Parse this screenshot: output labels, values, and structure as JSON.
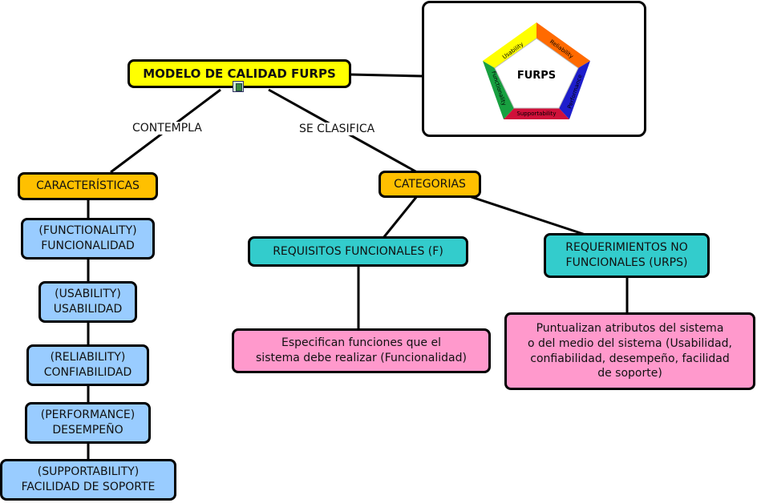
{
  "root": {
    "title": "MODELO DE CALIDAD FURPS"
  },
  "links": {
    "left": "CONTEMPLA",
    "right": "SE CLASIFICA"
  },
  "characteristics": {
    "title": "CARACTERÍSTICAS",
    "items": [
      "(FUNCTIONALITY)\nFUNCIONALIDAD",
      "(USABILITY)\nUSABILIDAD",
      "(RELIABILITY)\nCONFIABILIDAD",
      "(PERFORMANCE)\nDESEMPEÑO",
      "(SUPPORTABILITY)\nFACILIDAD DE SOPORTE"
    ]
  },
  "categories": {
    "title": "CATEGORIAS",
    "functional": {
      "title": "REQUISITOS FUNCIONALES (F)",
      "description": "Especifican funciones que el\nsistema debe realizar (Funcionalidad)"
    },
    "nonfunctional": {
      "title": "REQUERIMIENTOS NO\nFUNCIONALES (URPS)",
      "description": "Puntualizan atributos del sistema\no del medio del sistema (Usabilidad,\nconfiabilidad, desempeño, facilidad\nde soporte)"
    }
  },
  "furps_image": {
    "center": "FURPS",
    "segments": [
      "Usability",
      "Reliability",
      "Performance",
      "Supportability",
      "Functionality"
    ],
    "colors": [
      "#ffff00",
      "#ff6600",
      "#0000cc",
      "#cc0033",
      "#009933"
    ]
  }
}
